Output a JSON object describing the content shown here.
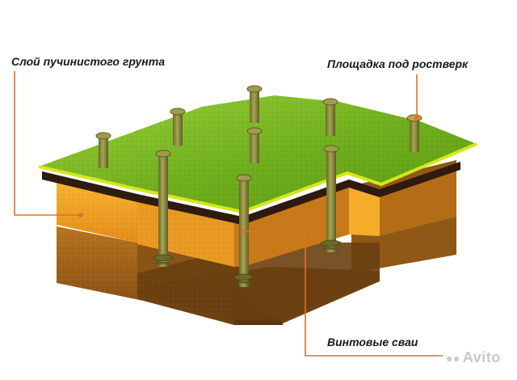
{
  "labels": {
    "soil_layer": "Слой пучинистого грунта",
    "pile_pad": "Площадка под ростверк",
    "screw_piles": "Винтовые сваи"
  },
  "watermark": "Avito",
  "colors": {
    "grass": "#7fbf22",
    "grass_edge": "#d6e81a",
    "soil_top_layer": "#f2a623",
    "soil_deep": "#9a5f18",
    "dark_band": "#2e1a0e",
    "pile": "#8e8a3c",
    "leader_line": "#e0702a"
  },
  "icons": [
    "avito-logo-icon"
  ]
}
